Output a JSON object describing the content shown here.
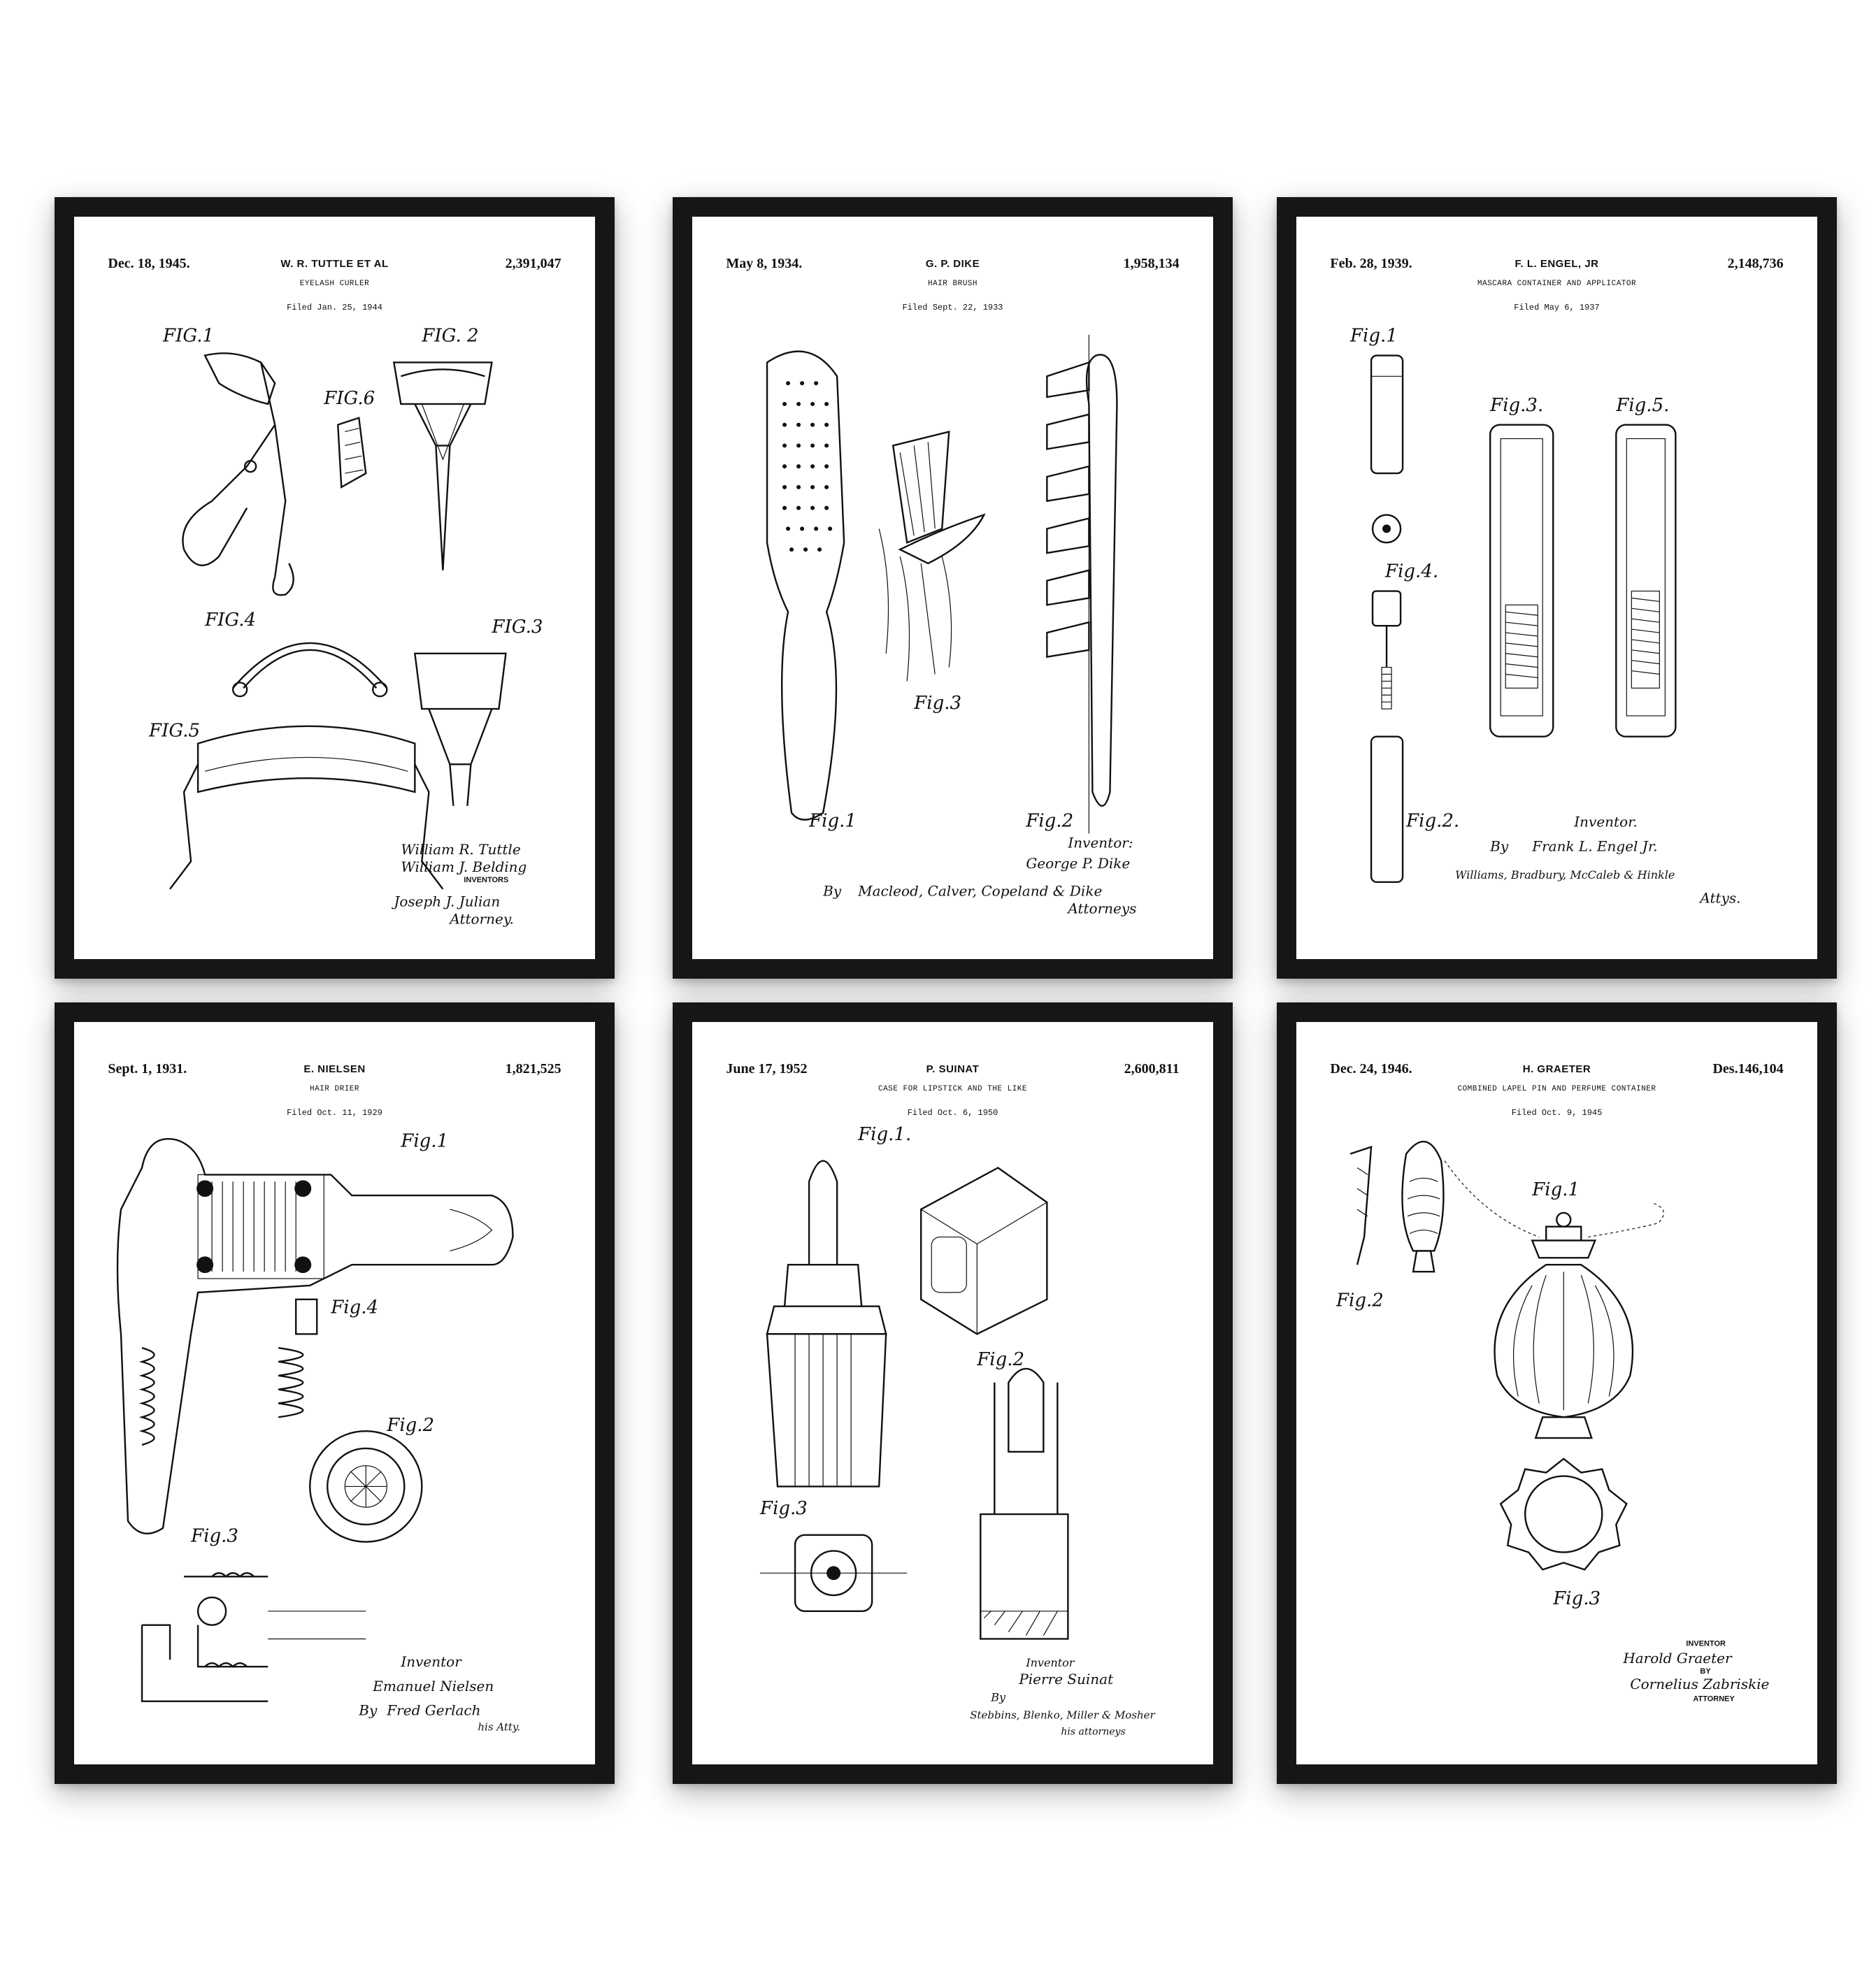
{
  "posters": [
    {
      "date": "Dec. 18, 1945.",
      "inventor": "W. R. TUTTLE ET AL",
      "number": "2,391,047",
      "title": "EYELASH CURLER",
      "filed": "Filed Jan. 25, 1944",
      "figures": [
        "FIG.1",
        "FIG. 2",
        "FIG.6",
        "FIG.4",
        "FIG.3",
        "FIG.5"
      ],
      "signature": [
        "William R. Tuttle",
        "William J. Belding"
      ],
      "role": "INVENTORS",
      "attorney": "Joseph J. Julian",
      "attorney_role": "Attorney."
    },
    {
      "date": "May 8, 1934.",
      "inventor": "G. P. DIKE",
      "number": "1,958,134",
      "title": "HAIR BRUSH",
      "filed": "Filed Sept. 22, 1933",
      "figures": [
        "Fig.1",
        "Fig.3",
        "Fig.2"
      ],
      "signature": [
        "Inventor:",
        "George P. Dike"
      ],
      "role": "By",
      "attorney": "Macleod, Calver, Copeland & Dike",
      "attorney_role": "Attorneys"
    },
    {
      "date": "Feb. 28, 1939.",
      "inventor": "F. L. ENGEL, JR",
      "number": "2,148,736",
      "title": "MASCARA CONTAINER AND APPLICATOR",
      "filed": "Filed May 6, 1937",
      "figures": [
        "Fig.1",
        "Fig.3.",
        "Fig.5.",
        "Fig.4.",
        "Fig.2."
      ],
      "signature": [
        "Inventor.",
        "Frank L. Engel Jr."
      ],
      "role": "By",
      "attorney": "Williams, Bradbury, McCaleb & Hinkle",
      "attorney_role": "Attys."
    },
    {
      "date": "Sept. 1, 1931.",
      "inventor": "E. NIELSEN",
      "number": "1,821,525",
      "title": "HAIR DRIER",
      "filed": "Filed Oct. 11, 1929",
      "figures": [
        "Fig.1",
        "Fig.4",
        "Fig.2",
        "Fig.3"
      ],
      "signature": [
        "Inventor",
        "Emanuel Nielsen"
      ],
      "role": "By",
      "attorney": "Fred Gerlach",
      "attorney_role": "his Atty."
    },
    {
      "date": "June 17, 1952",
      "inventor": "P. SUINAT",
      "number": "2,600,811",
      "title": "CASE FOR LIPSTICK AND THE LIKE",
      "filed": "Filed Oct. 6, 1950",
      "figures": [
        "Fig.1.",
        "Fig.2",
        "Fig.3"
      ],
      "signature": [
        "Inventor",
        "Pierre Suinat"
      ],
      "role": "By",
      "attorney": "Stebbins, Blenko, Miller & Mosher",
      "attorney_role": "his attorneys"
    },
    {
      "date": "Dec. 24, 1946.",
      "inventor": "H. GRAETER",
      "number": "Des.146,104",
      "title": "COMBINED LAPEL PIN AND PERFUME CONTAINER",
      "filed": "Filed Oct. 9, 1945",
      "figures": [
        "Fig.1",
        "Fig.2",
        "Fig.3"
      ],
      "signature": [
        "INVENTOR",
        "Harold Graeter"
      ],
      "role": "BY",
      "attorney": "Cornelius Zabriskie",
      "attorney_role": "ATTORNEY"
    }
  ]
}
